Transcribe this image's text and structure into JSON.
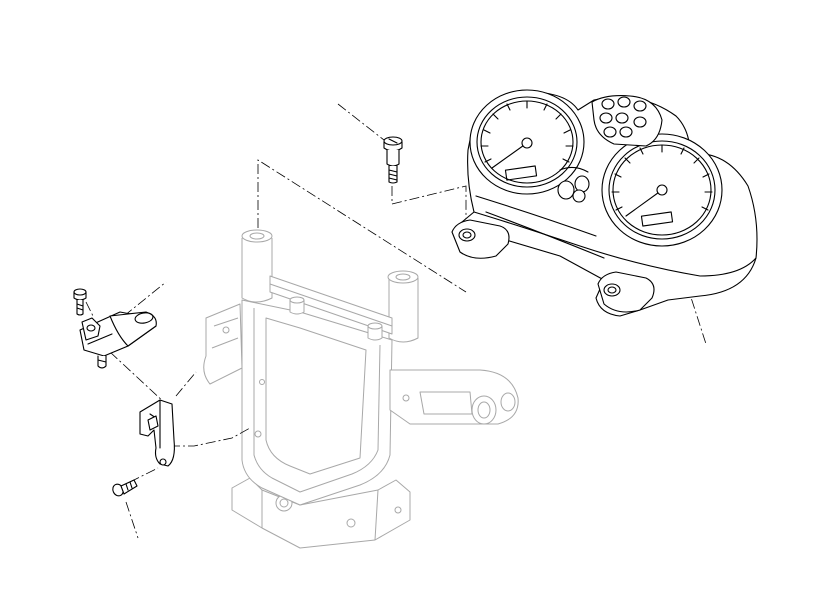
{
  "diagram": {
    "style": "exploded-view line drawing",
    "background": "#ffffff",
    "ink_color": "#000000",
    "ghost_color": "#a8a8a8",
    "parts": [
      {
        "id": "instrument-cluster",
        "icon": "instrument-cluster-icon"
      },
      {
        "id": "cluster-screw",
        "icon": "screw-icon"
      },
      {
        "id": "support-frame",
        "icon": "frame-bracket-icon"
      },
      {
        "id": "sensor",
        "icon": "sensor-icon"
      },
      {
        "id": "sensor-bolt",
        "icon": "bolt-icon"
      },
      {
        "id": "sensor-bracket",
        "icon": "bracket-icon"
      },
      {
        "id": "bracket-screw",
        "icon": "screw-icon"
      }
    ]
  }
}
